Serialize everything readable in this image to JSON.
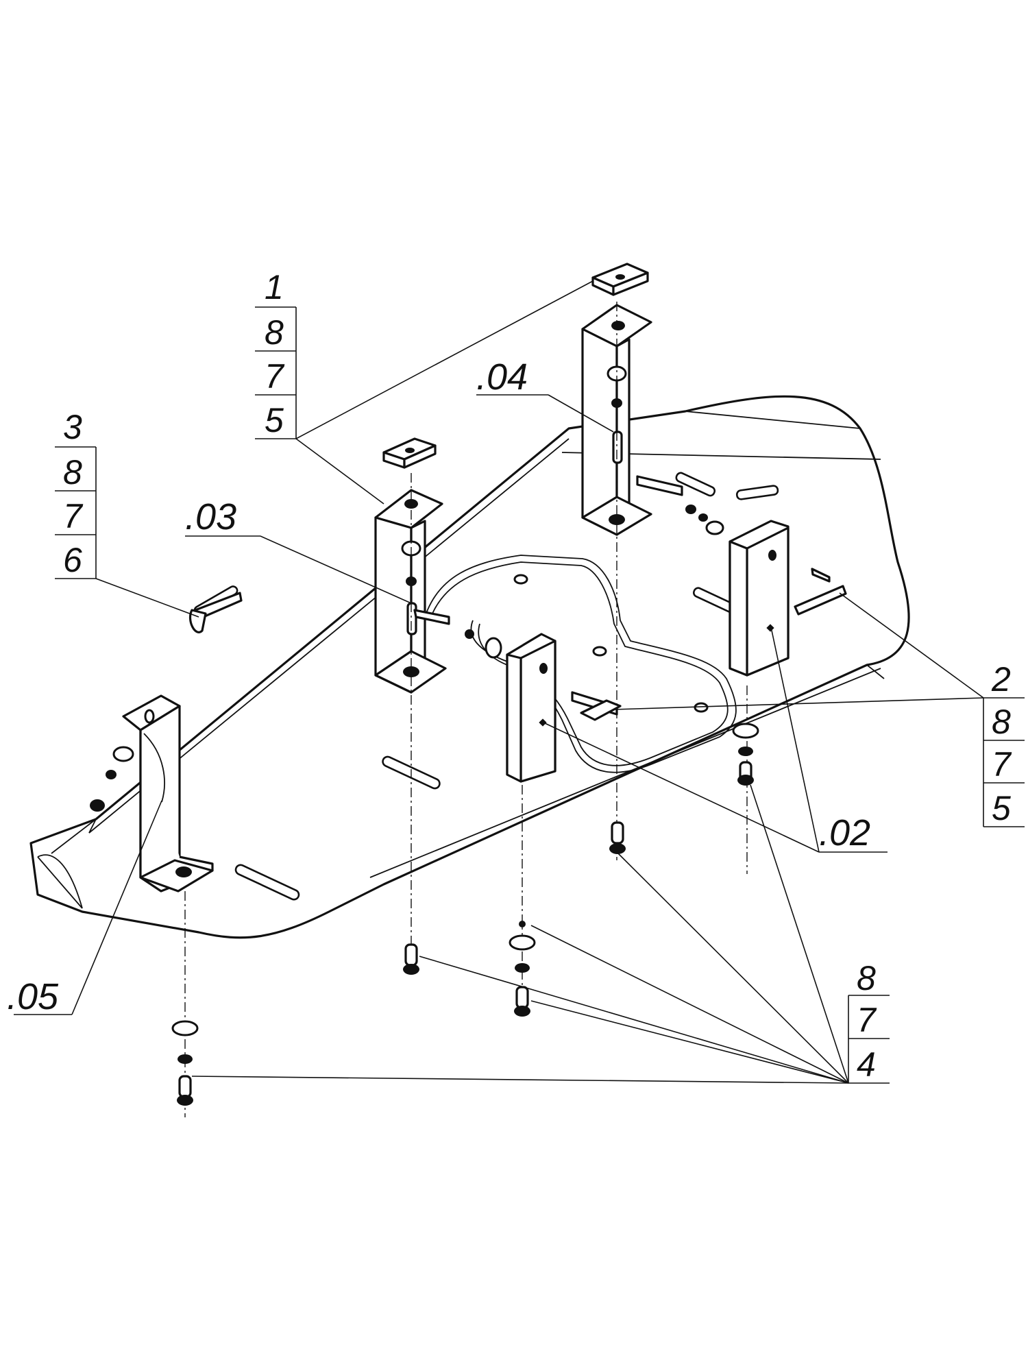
{
  "callouts": {
    "c02": ".02",
    "c03": ".03",
    "c04": ".04",
    "c05": ".05"
  },
  "stack_top": [
    "1",
    "8",
    "7",
    "5"
  ],
  "stack_left": [
    "3",
    "8",
    "7",
    "6"
  ],
  "stack_right": [
    "2",
    "8",
    "7",
    "5"
  ],
  "stack_bottom": [
    "8",
    "7",
    "4"
  ]
}
